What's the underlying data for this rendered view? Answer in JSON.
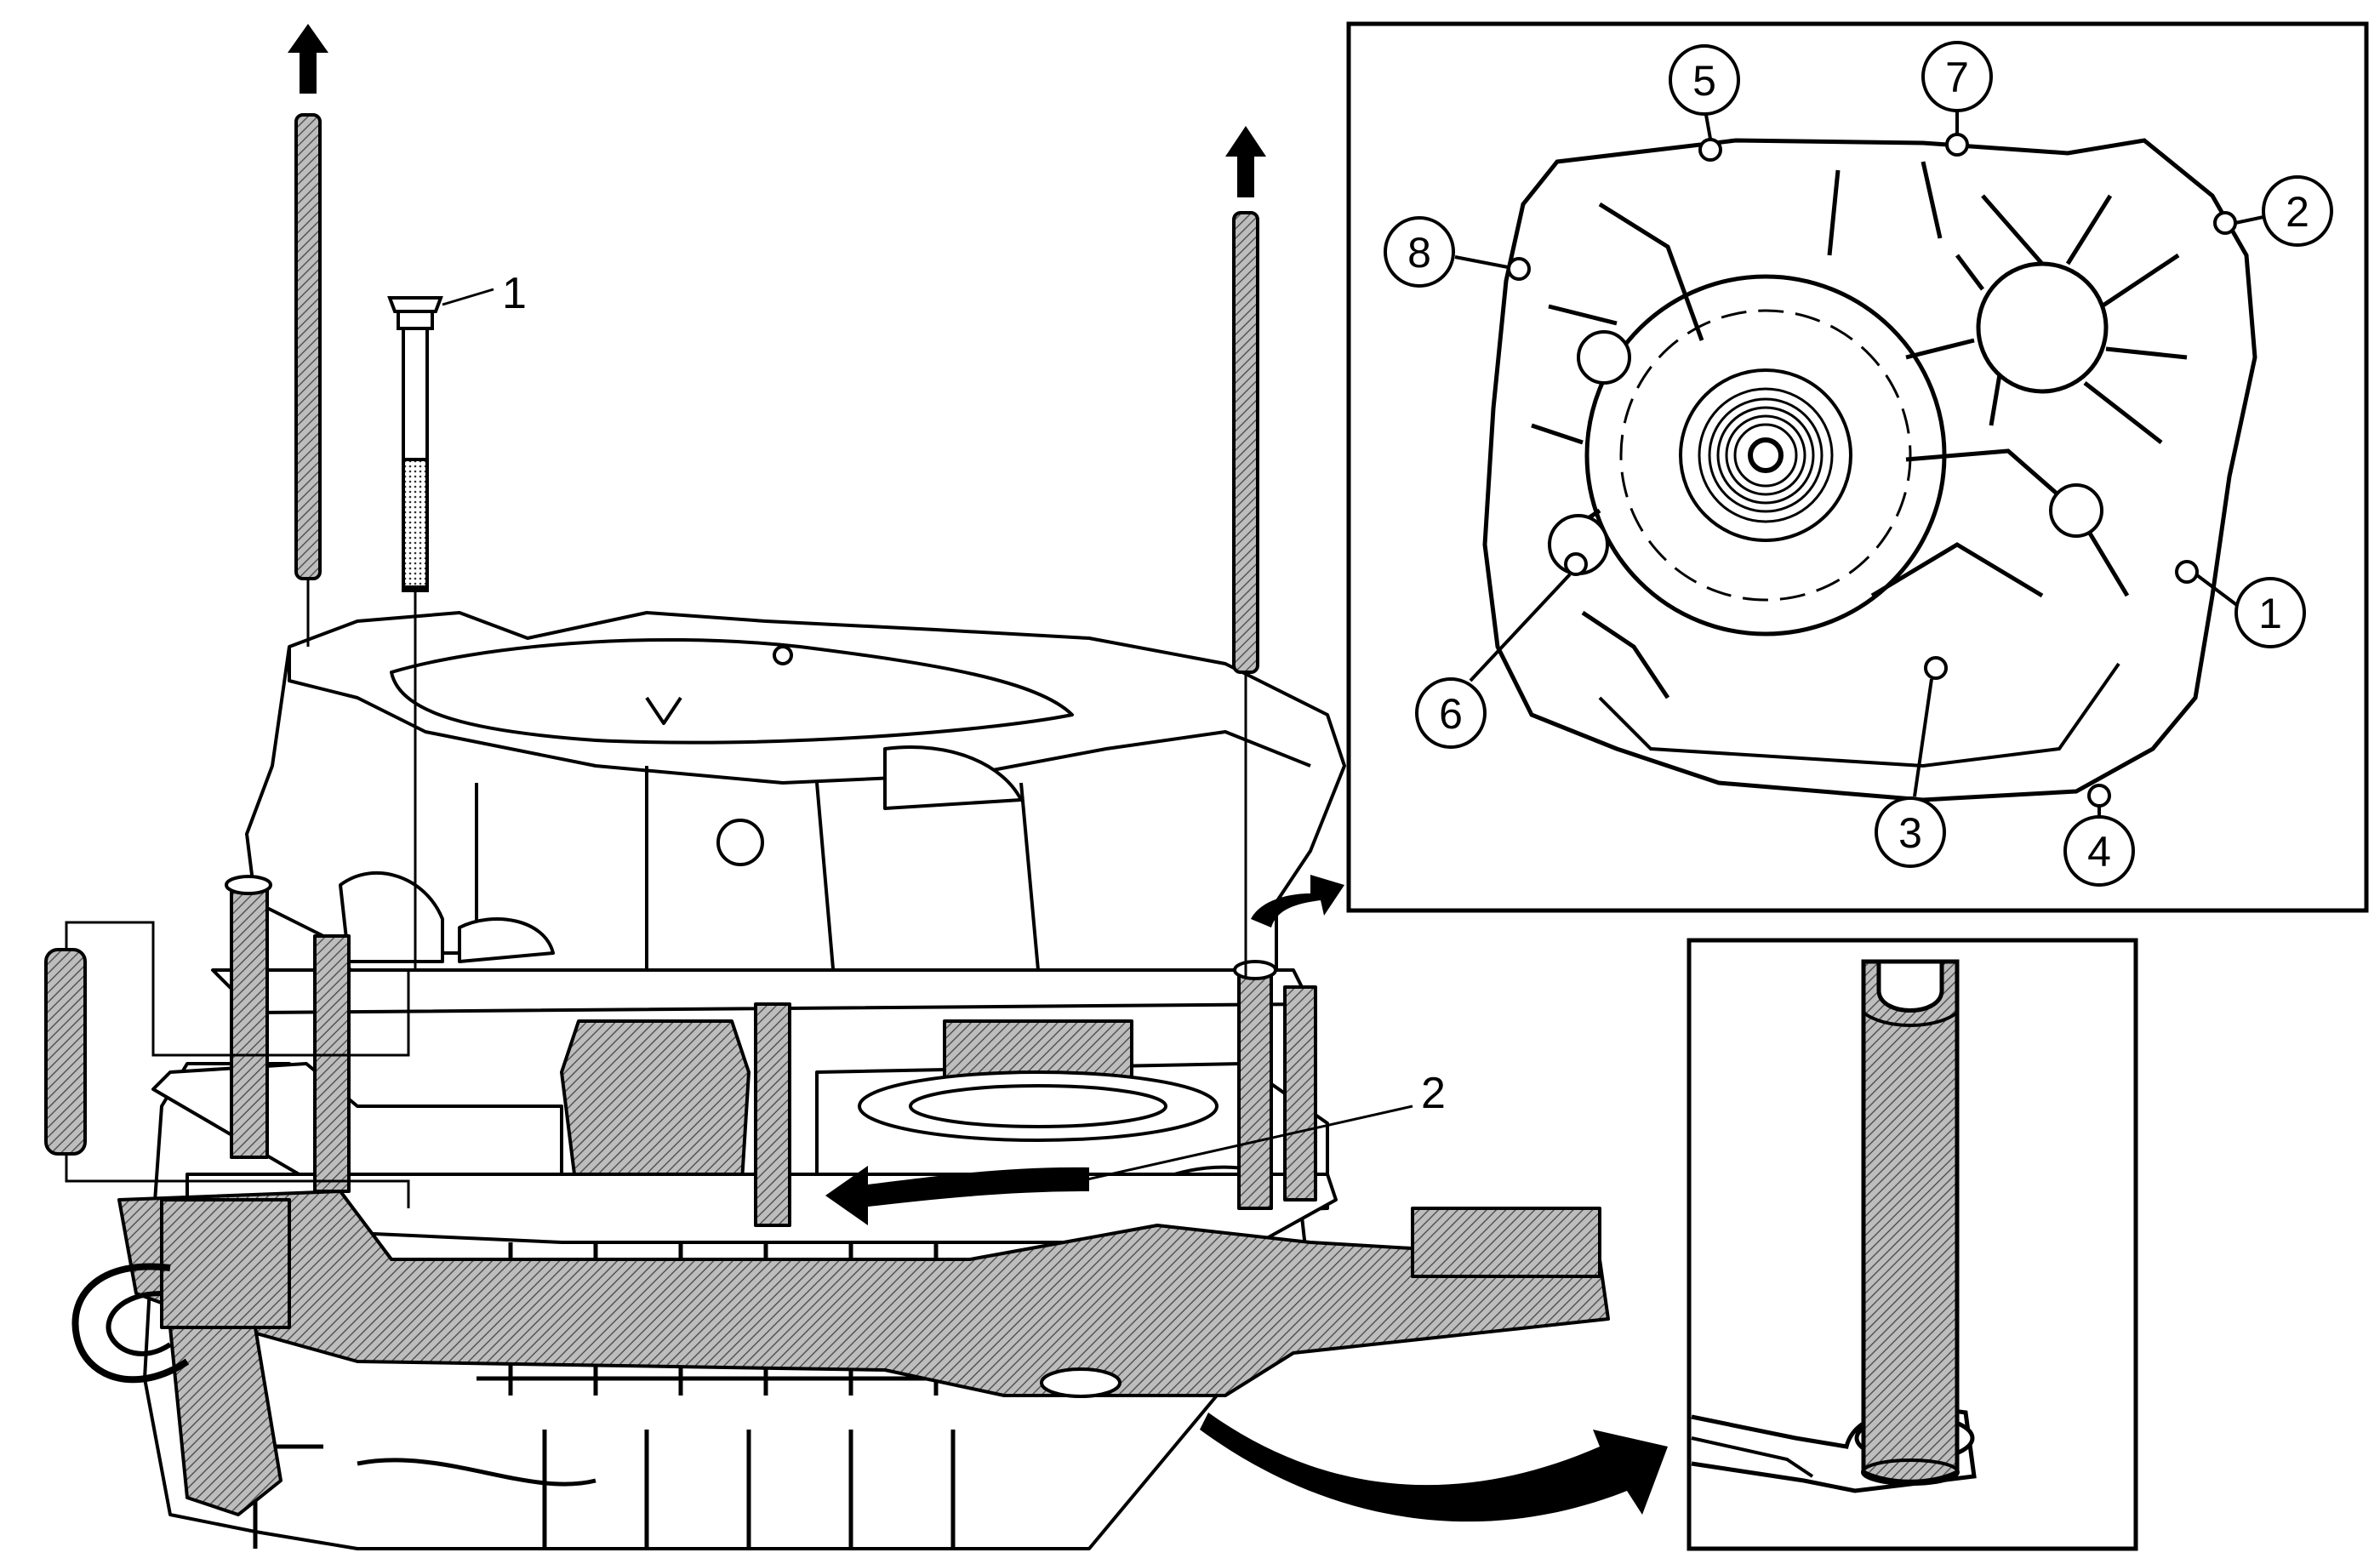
{
  "figure": {
    "main_callouts": {
      "bolt": "1",
      "tool": "2"
    },
    "bolt_sequence": {
      "c1": "1",
      "c2": "2",
      "c3": "3",
      "c4": "4",
      "c5": "5",
      "c6": "6",
      "c7": "7",
      "c8": "8"
    }
  },
  "colors": {
    "line": "#000000",
    "background": "#ffffff",
    "hatch": "#9a9a9a"
  }
}
